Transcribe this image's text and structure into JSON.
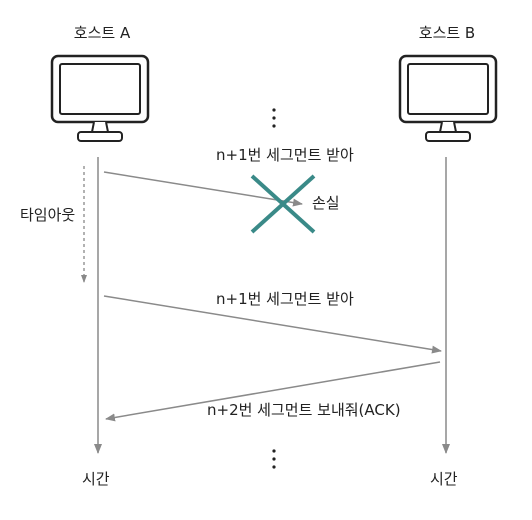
{
  "hosts": {
    "a": {
      "label": "호스트 A"
    },
    "b": {
      "label": "호스트 B"
    }
  },
  "timeline": {
    "time_label_a": "시간",
    "time_label_b": "시간",
    "timeout_label": "타임아웃"
  },
  "messages": [
    {
      "label": "n+1번 세그먼트 받아",
      "direction": "A→B",
      "lost": true,
      "loss_label": "손실"
    },
    {
      "label": "n+1번 세그먼트 받아",
      "direction": "A→B",
      "lost": false
    },
    {
      "label": "n+2번 세그먼트 보내줘(ACK)",
      "direction": "B→A",
      "lost": false
    }
  ],
  "colors": {
    "line": "#8a8a8a",
    "loss_cross": "#3a8a88",
    "dashed": "#888888"
  }
}
